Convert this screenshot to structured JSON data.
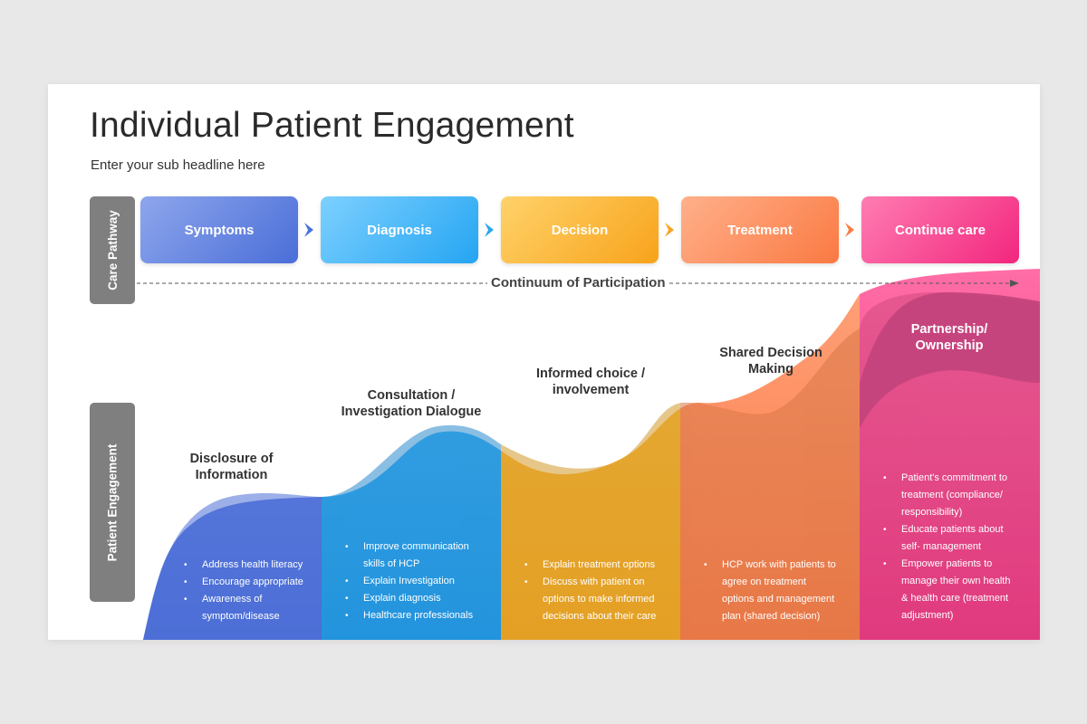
{
  "title": "Individual Patient Engagement",
  "subtitle": "Enter your sub headline here",
  "care_pathway_label": "Care Pathway",
  "patient_engagement_label": "Patient Engagement",
  "continuum_label": "Continuum of Participation",
  "steps": [
    {
      "label": "Symptoms"
    },
    {
      "label": "Diagnosis"
    },
    {
      "label": "Decision"
    },
    {
      "label": "Treatment"
    },
    {
      "label": "Continue care"
    }
  ],
  "stages": [
    {
      "title": "Disclosure of\nInformation",
      "bullets": [
        "Address health literacy",
        "Encourage appropriate",
        "Awareness of\nsymptom/disease"
      ]
    },
    {
      "title": "Consultation /\nInvestigation Dialogue",
      "bullets": [
        "Improve communication\nskills of HCP",
        "Explain Investigation",
        "Explain diagnosis",
        "Healthcare professionals"
      ]
    },
    {
      "title": "Informed choice /\ninvolvement",
      "bullets": [
        "Explain treatment options",
        "Discuss with patient on\noptions to make informed\ndecisions about their care"
      ]
    },
    {
      "title": "Shared Decision\nMaking",
      "bullets": [
        "HCP work with patients to\nagree on treatment\noptions and management\nplan (shared decision)"
      ]
    },
    {
      "title": "Partnership/\nOwnership",
      "bullets": [
        "Patient's commitment to\ntreatment (compliance/\nresponsibility)",
        "Educate patients about\nself- management",
        "Empower patients to\nmanage their own health\n& health care (treatment\nadjustment)"
      ]
    }
  ],
  "colors": {
    "symptoms": [
      "#8fa6ec",
      "#4a6fd9"
    ],
    "diagnosis": [
      "#7fd1ff",
      "#26a6f2"
    ],
    "decision": [
      "#ffd36a",
      "#f8a41b"
    ],
    "treatment": [
      "#ffb08c",
      "#fb7a43"
    ],
    "continue_care": [
      "#ff7eb3",
      "#f2277f"
    ]
  }
}
